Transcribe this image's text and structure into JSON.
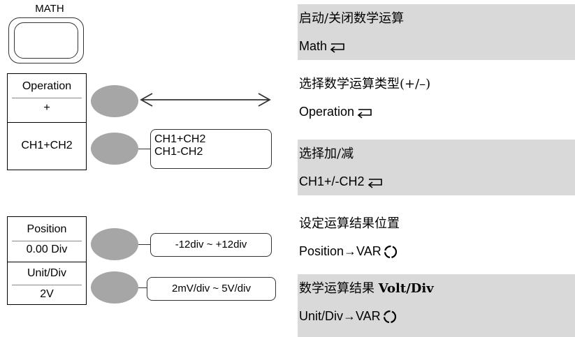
{
  "math_key": {
    "label": "MATH"
  },
  "menu": {
    "operation": {
      "label": "Operation",
      "value": "+"
    },
    "channel": {
      "value": "CH1+CH2"
    },
    "position": {
      "label": "Position",
      "value": "0.00 Div"
    },
    "unit": {
      "label": "Unit/Div",
      "value": "2V"
    }
  },
  "options": {
    "channel": [
      "CH1+CH2",
      "CH1-CH2"
    ],
    "position_range": "-12div ~ +12div",
    "unit_range": "2mV/div ~ 5V/div"
  },
  "descriptions": {
    "math": {
      "text": "启动/关闭数学运算",
      "key": "Math"
    },
    "operation": {
      "text": "选择数学运算类型(+/–)",
      "key": "Operation"
    },
    "channel": {
      "text": "选择加/减",
      "key": "CH1+/-CH2"
    },
    "position": {
      "text": "设定运算结果位置",
      "key": "Position→VAR"
    },
    "unit": {
      "text_prefix": "数学运算结果 ",
      "text_bold": "Volt/Div",
      "key": "Unit/Div→VAR"
    }
  },
  "icons": {
    "enter": "return-arrow-icon",
    "knob": "rotary-knob-icon",
    "double_arrow": "double-headed-arrow-icon"
  },
  "colors": {
    "softkey": "#a6a6a6",
    "row_shade": "#d9d9d9"
  }
}
